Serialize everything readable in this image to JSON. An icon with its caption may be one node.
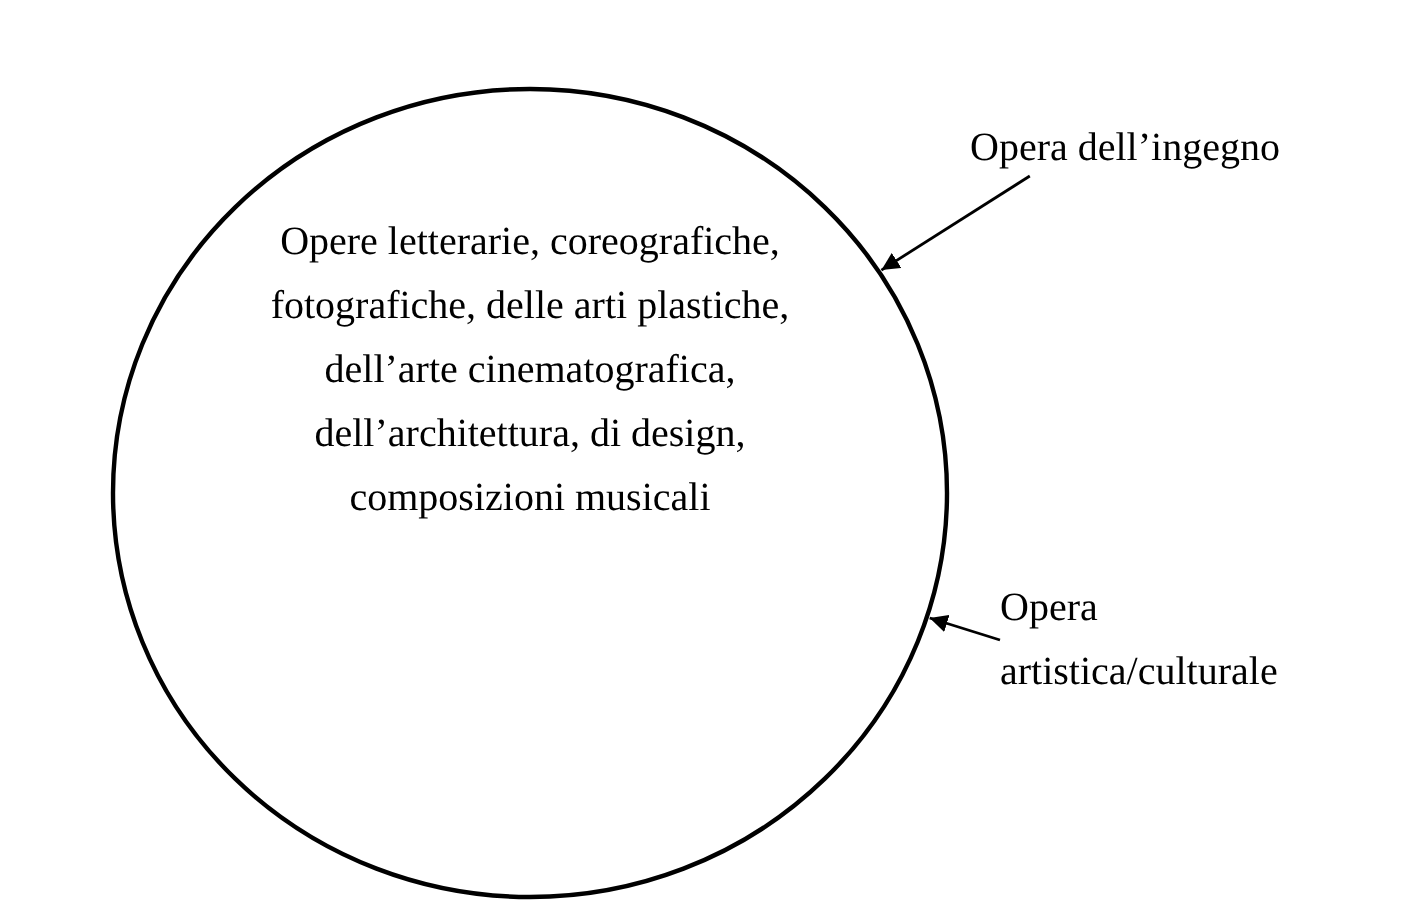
{
  "diagram": {
    "nodes": [
      {
        "text": [
          "Opere letterarie, coreografiche, fotografiche, delle arti plastiche, dell’arte cinematografica, dell’architettura, di design, composizioni musicali"
        ]
      },
      {
        "text": [
          "Opera dell’ingegno"
        ]
      },
      {
        "text": [
          "Opera artistica/culturale"
        ]
      }
    ],
    "edges": [
      {
        "from": 1,
        "to": 0,
        "arrow": "to"
      },
      {
        "from": 2,
        "to": 0,
        "arrow": "to"
      }
    ]
  }
}
